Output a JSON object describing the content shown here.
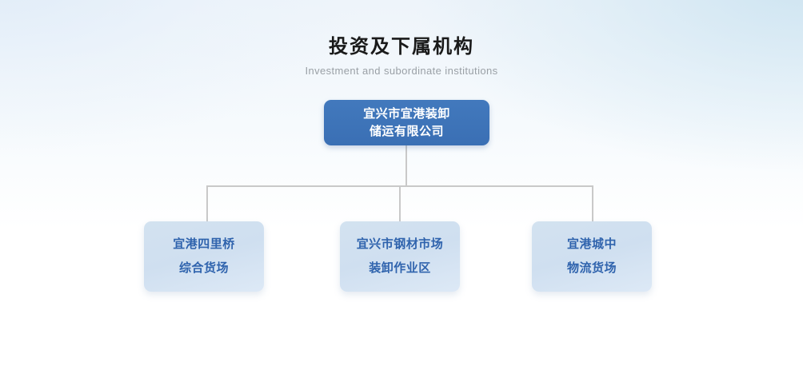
{
  "header": {
    "title": "投资及下属机构",
    "subtitle": "Investment and subordinate institutions"
  },
  "colors": {
    "root_box": "#3d74ba",
    "root_text": "#ffffff",
    "child_box": "#d2e1f0",
    "child_text": "#2f63ad",
    "connector": "#c9c9c9",
    "title_text": "#1a1a1a",
    "subtitle_text": "#9aa0a6",
    "background_top": "#eef4fa",
    "background_bottom": "#ffffff"
  },
  "org_chart": {
    "root": {
      "line1": "宜兴市宜港装卸",
      "line2": "储运有限公司"
    },
    "children": [
      {
        "line1": "宜港四里桥",
        "line2": "综合货场"
      },
      {
        "line1": "宜兴市钢材市场",
        "line2": "装卸作业区"
      },
      {
        "line1": "宜港城中",
        "line2": "物流货场"
      }
    ]
  }
}
